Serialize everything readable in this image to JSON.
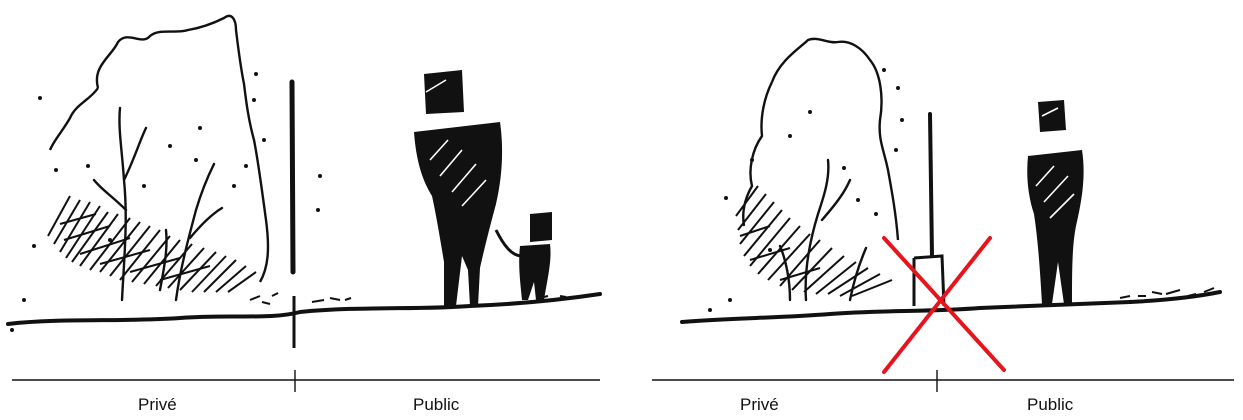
{
  "left": {
    "label_private": "Privé",
    "label_public": "Public"
  },
  "right": {
    "label_private": "Privé",
    "label_public": "Public"
  },
  "colors": {
    "ink": "#111111",
    "cross": "#e8141c"
  }
}
